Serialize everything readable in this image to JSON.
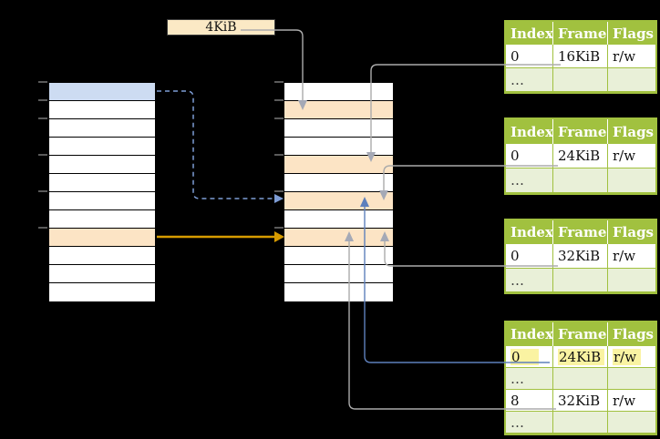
{
  "diagram": {
    "page_size_label": "4KiB",
    "left_column": {
      "rows": [
        "blue",
        "white",
        "white",
        "white",
        "white",
        "white",
        "white",
        "white",
        "orange",
        "white",
        "white",
        "white"
      ]
    },
    "middle_column": {
      "rows": [
        "white",
        "orange",
        "white",
        "white",
        "orange",
        "white",
        "orange",
        "white",
        "orange",
        "white",
        "white",
        "white"
      ]
    },
    "tick_positions": [
      90,
      110,
      130,
      170,
      210,
      250
    ]
  },
  "tables": [
    {
      "headers": [
        "Index",
        "Frame",
        "Flags"
      ],
      "rows": [
        {
          "cells": [
            "0",
            "16KiB",
            "r/w"
          ],
          "variant": "data"
        },
        {
          "cells": [
            "…",
            "",
            ""
          ],
          "variant": "dots"
        }
      ]
    },
    {
      "headers": [
        "Index",
        "Frame",
        "Flags"
      ],
      "rows": [
        {
          "cells": [
            "0",
            "24KiB",
            "r/w"
          ],
          "variant": "data"
        },
        {
          "cells": [
            "…",
            "",
            ""
          ],
          "variant": "dots"
        }
      ]
    },
    {
      "headers": [
        "Index",
        "Frame",
        "Flags"
      ],
      "rows": [
        {
          "cells": [
            "0",
            "32KiB",
            "r/w"
          ],
          "variant": "data"
        },
        {
          "cells": [
            "…",
            "",
            ""
          ],
          "variant": "dots"
        }
      ]
    },
    {
      "headers": [
        "Index",
        "Frame",
        "Flags"
      ],
      "rows": [
        {
          "cells": [
            "0",
            "24KiB",
            "r/w"
          ],
          "variant": "data",
          "highlight": true
        },
        {
          "cells": [
            "…",
            "",
            ""
          ],
          "variant": "dots"
        },
        {
          "cells": [
            "8",
            "32KiB",
            "r/w"
          ],
          "variant": "data"
        },
        {
          "cells": [
            "…",
            "",
            ""
          ],
          "variant": "dots"
        }
      ]
    }
  ],
  "colors": {
    "background": "#000000",
    "border_black": "#000000",
    "cell_white": "#ffffff",
    "cell_blue": "#cddcf2",
    "cell_orange": "#fce4c5",
    "table_green": "#a1c13f",
    "table_row_green": "#e9f0d8",
    "header_text": "#ffffff",
    "highlight_yellow": "#faf3a2",
    "label_box_fill": "#fbe9c5",
    "label_box_border": "#3a3a3a",
    "connector_gray": "#ababab",
    "arrow_gray": "#a5a9b6",
    "arrow_blue": "#5e80bc",
    "arrow_blue_dashed": "#7e9dd6",
    "arrow_orange": "#d79b00",
    "tick_gray": "#808080"
  }
}
